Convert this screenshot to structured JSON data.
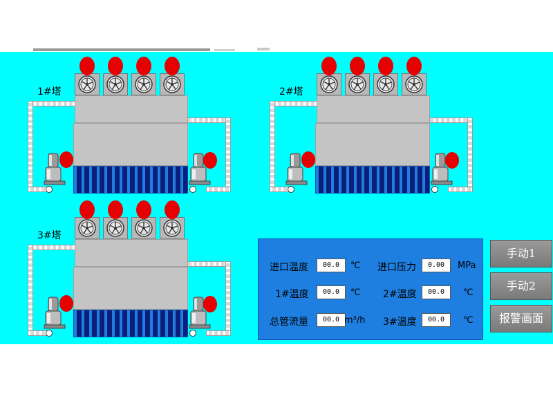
{
  "towers": [
    {
      "label": "1#塔"
    },
    {
      "label": "2#塔"
    },
    {
      "label": "3#塔"
    }
  ],
  "icons": {
    "fan": "fan-icon",
    "lamp": "status-lamp-icon",
    "pump": "pump-icon",
    "valve": "valve-icon"
  },
  "colors": {
    "screen": "#00ffff",
    "panel": "#1f7fe0",
    "lamp_alarm": "#e60000",
    "basin": "#1f7fe0"
  },
  "panel": {
    "rows": [
      {
        "left_label": "进口温度",
        "left_value": "00.0",
        "left_unit": "℃",
        "right_label": "进口压力",
        "right_value": "0.00",
        "right_unit": "MPa"
      },
      {
        "left_label": "1#温度",
        "left_value": "00.0",
        "left_unit": "℃",
        "right_label": "2#温度",
        "right_value": "00.0",
        "right_unit": "℃"
      },
      {
        "left_label": "总管流量",
        "left_value": "00.0",
        "left_unit": "m³/h",
        "right_label": "3#温度",
        "right_value": "00.0",
        "right_unit": "℃"
      }
    ]
  },
  "buttons": {
    "manual1": "手动1",
    "manual2": "手动2",
    "alarm": "报警画面"
  }
}
